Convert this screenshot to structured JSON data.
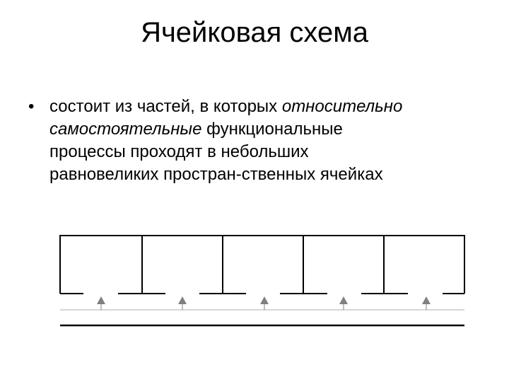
{
  "slide": {
    "title": "Ячейковая схема",
    "bullet_symbol": "•",
    "bullet": {
      "line1_a": "состоит из частей, в которых ",
      "line1_b": "относительно",
      "line2_a": "самостоятельные",
      "line2_b": " функциональные",
      "line3": "процессы проходят в небольших",
      "line4": "равновеликих простран-ственных ячейках"
    }
  },
  "diagram": {
    "cell_count": 5,
    "entrance_count": 5,
    "colors": {
      "walls": "#000000",
      "corridor_line": "#bdbdbd",
      "arrows": "#808080"
    }
  }
}
